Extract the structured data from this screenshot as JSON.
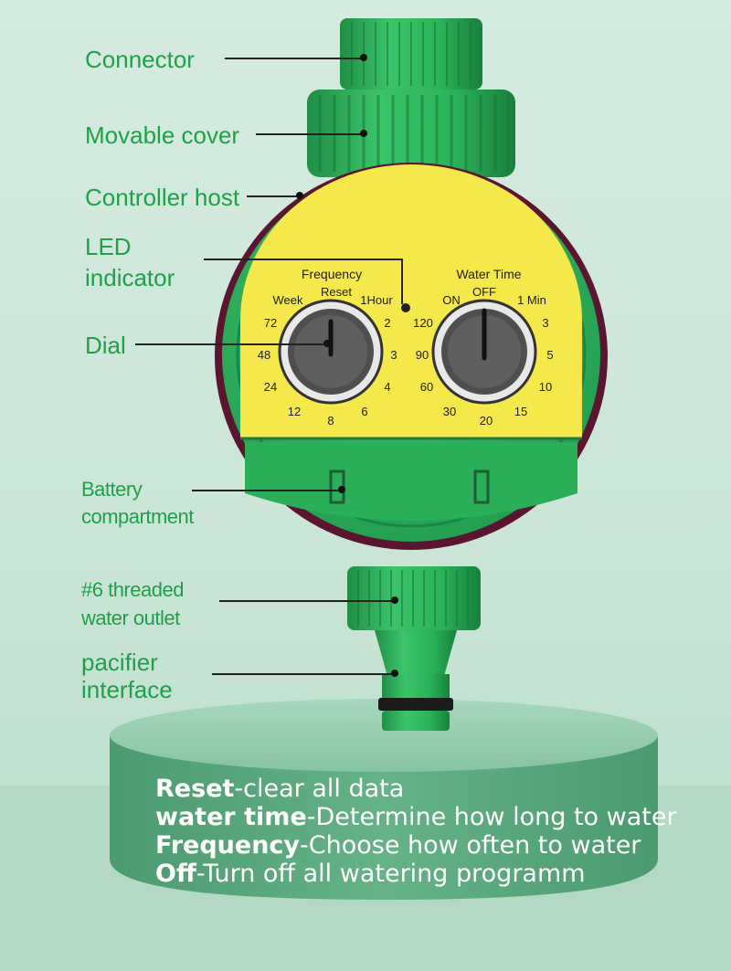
{
  "callouts": {
    "connector": "Connector",
    "movable_cover": "Movable cover",
    "controller_host": "Controller host",
    "led_line1": "LED",
    "led_line2": "indicator",
    "dial": "Dial",
    "battery_line1": "Battery",
    "battery_line2": "compartment",
    "outlet_line1": "#6  threaded",
    "outlet_line2": "water outlet",
    "pacifier_line1": "pacifier",
    "pacifier_line2": "interface"
  },
  "face": {
    "frequency_title": "Frequency",
    "reset_label": "Reset",
    "week_label": "Week",
    "hour_label": "1Hour",
    "freq_ticks": [
      "72",
      "48",
      "24",
      "12",
      "8",
      "6",
      "4",
      "3",
      "2"
    ],
    "water_time_title": "Water Time",
    "on_label": "ON",
    "off_label": "OFF",
    "min_label": "1 Min",
    "time_ticks": [
      "120",
      "90",
      "60",
      "30",
      "20",
      "15",
      "10",
      "5",
      "3"
    ]
  },
  "legend": [
    {
      "term": "Reset",
      "desc": "-clear all data"
    },
    {
      "term": "water time",
      "desc": "-Determine how long to water"
    },
    {
      "term": "Frequency",
      "desc": "-Choose how often to water"
    },
    {
      "term": "Off",
      "desc": "-Turn off all watering programm"
    }
  ],
  "colors": {
    "accent_green": "#1fa049",
    "device_green": "#2db45a",
    "face_yellow": "#f4e84a",
    "pedestal": "#5fa882"
  }
}
